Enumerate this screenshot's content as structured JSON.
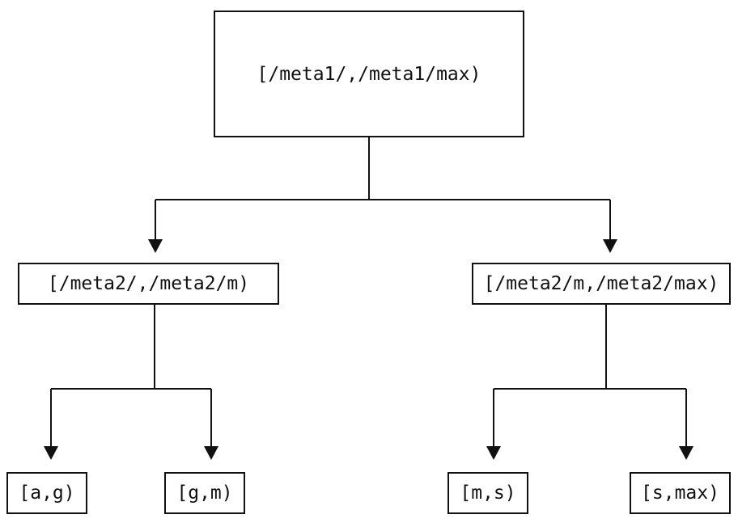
{
  "diagram": {
    "type": "tree",
    "colors": {
      "background": "#ffffff",
      "line": "#111111",
      "text": "#111111"
    },
    "nodes": {
      "root": {
        "label": "[/meta1/,/meta1/max)"
      },
      "meta2_low": {
        "label": "[/meta2/,/meta2/m)"
      },
      "meta2_high": {
        "label": "[/meta2/m,/meta2/max)"
      },
      "leaf_a_g": {
        "label": "[a,g)"
      },
      "leaf_g_m": {
        "label": "[g,m)"
      },
      "leaf_m_s": {
        "label": "[m,s)"
      },
      "leaf_s_max": {
        "label": "[s,max)"
      }
    },
    "edges": [
      {
        "from": "root",
        "to": "meta2_low"
      },
      {
        "from": "root",
        "to": "meta2_high"
      },
      {
        "from": "meta2_low",
        "to": "leaf_a_g"
      },
      {
        "from": "meta2_low",
        "to": "leaf_g_m"
      },
      {
        "from": "meta2_high",
        "to": "leaf_m_s"
      },
      {
        "from": "meta2_high",
        "to": "leaf_s_max"
      }
    ]
  }
}
